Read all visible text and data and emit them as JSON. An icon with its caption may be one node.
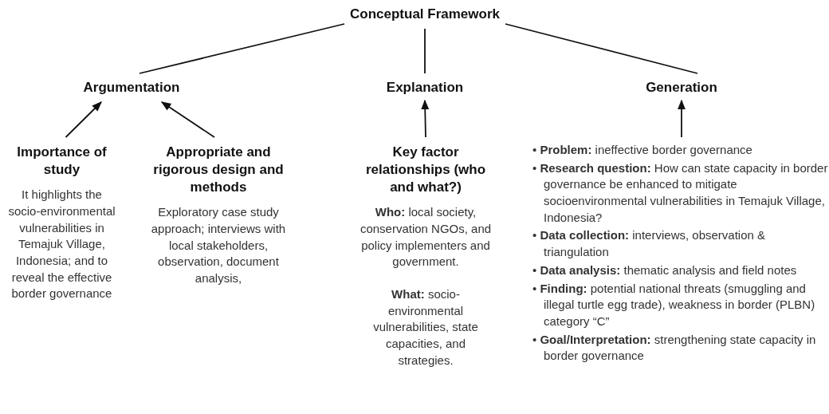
{
  "diagram": {
    "nodes": [
      {
        "text": [
          "Conceptual Framework"
        ]
      },
      {
        "text": [
          "Argumentation"
        ]
      },
      {
        "text": [
          "Explanation"
        ]
      },
      {
        "text": [
          "Generation"
        ]
      },
      {
        "text": [
          "Importance of study",
          "It highlights the socio-environmental vulnerabilities in Temajuk Village, Indonesia; and to reveal the effective border governance"
        ]
      },
      {
        "text": [
          "Appropriate and rigorous design and methods",
          "Exploratory case study approach; interviews with local stakeholders, observation, document analysis,"
        ]
      },
      {
        "text": [
          "Key factor relationships (who and what?)",
          "**Who:** local society, conservation NGOs, and policy implementers and government.",
          "**What:** socio-environmental vulnerabilities, state capacities, and strategies."
        ]
      },
      {
        "text": [
          "• **Problem:** ineffective border governance",
          "• **Research question:** How can state capacity in border governance be enhanced to mitigate socioenvironmental vulnerabilities in Temajuk Village, Indonesia?",
          "• **Data collection:** interviews, observation & triangulation",
          "• **Data analysis:** thematic analysis and field notes",
          "• **Finding:** potential national threats (smuggling and illegal turtle egg trade), weakness in border (PLBN) category “C”",
          "• **Goal/Interpretation:** strengthening state capacity in border governance"
        ]
      }
    ],
    "edges": [
      {
        "from": 0,
        "to": 1,
        "arrow": "none"
      },
      {
        "from": 0,
        "to": 2,
        "arrow": "none"
      },
      {
        "from": 0,
        "to": 3,
        "arrow": "none"
      },
      {
        "from": 4,
        "to": 1,
        "arrow": "to"
      },
      {
        "from": 5,
        "to": 1,
        "arrow": "to"
      },
      {
        "from": 6,
        "to": 2,
        "arrow": "to"
      },
      {
        "from": 7,
        "to": 3,
        "arrow": "to"
      }
    ]
  }
}
